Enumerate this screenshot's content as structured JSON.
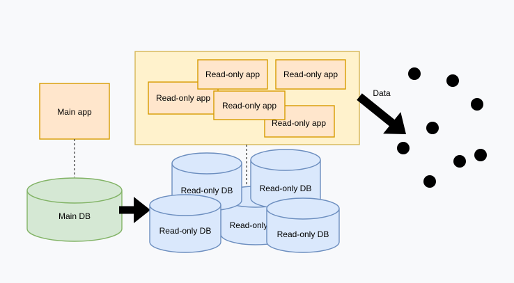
{
  "diagram": {
    "main_app": {
      "label": "Main app"
    },
    "main_db": {
      "label": "Main DB"
    },
    "replica_apps_container": {
      "apps": [
        {
          "label": "Read-only app"
        },
        {
          "label": "Read-only app"
        },
        {
          "label": "Read-only app"
        },
        {
          "label": "Read-only app"
        },
        {
          "label": "Read-only app"
        }
      ]
    },
    "replica_dbs": [
      {
        "label": "Read-only DB"
      },
      {
        "label": "Read-only DB"
      },
      {
        "label": "Read-only DB"
      },
      {
        "label": "Read-only DB"
      },
      {
        "label": "Read-only DB"
      }
    ],
    "edges": {
      "data_flow_label": "Data"
    },
    "users_count": 8
  },
  "colors": {
    "background": "#f8f9fb",
    "app_fill": "#ffe6cc",
    "app_stroke": "#d79b00",
    "container_fill": "#fff2cc",
    "container_stroke": "#d6b656",
    "db_main_fill": "#d5e8d4",
    "db_main_stroke": "#82b366",
    "db_replica_fill": "#dae8fc",
    "db_replica_stroke": "#6c8ebf",
    "user_fill": "#e1d5e7",
    "user_stroke": "#9673a6",
    "arrow_color": "#000000",
    "text_color": "#000000",
    "connector_color": "#404040"
  }
}
